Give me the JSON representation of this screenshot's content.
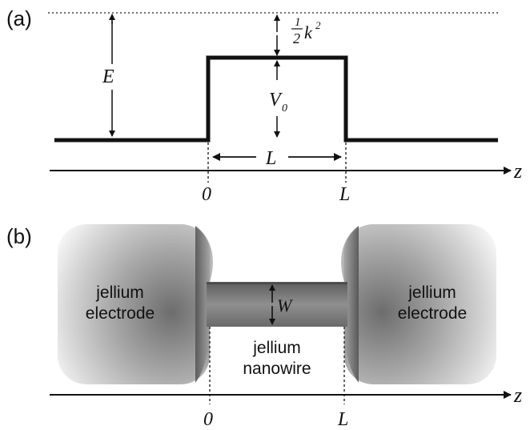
{
  "panel_a": {
    "label": "(a)",
    "energy_label": "E",
    "potential_label": "V",
    "potential_subscript": "0",
    "kinetic_label_fraction": "1",
    "kinetic_label_denominator": "2",
    "kinetic_label_symbol": "k",
    "kinetic_label_power": "2",
    "length_label": "L",
    "axis_label": "z",
    "tick_origin": "0",
    "tick_end": "L"
  },
  "panel_b": {
    "label": "(b)",
    "left_electrode_line1": "jellium",
    "left_electrode_line2": "electrode",
    "right_electrode_line1": "jellium",
    "right_electrode_line2": "electrode",
    "nanowire_line1": "jellium",
    "nanowire_line2": "nanowire",
    "width_label": "W",
    "axis_label": "z",
    "tick_origin": "0",
    "tick_end": "L"
  },
  "colors": {
    "ink": "#111111",
    "jellium_dark": "#7a7a7a",
    "jellium_light": "#e4e4e4"
  }
}
